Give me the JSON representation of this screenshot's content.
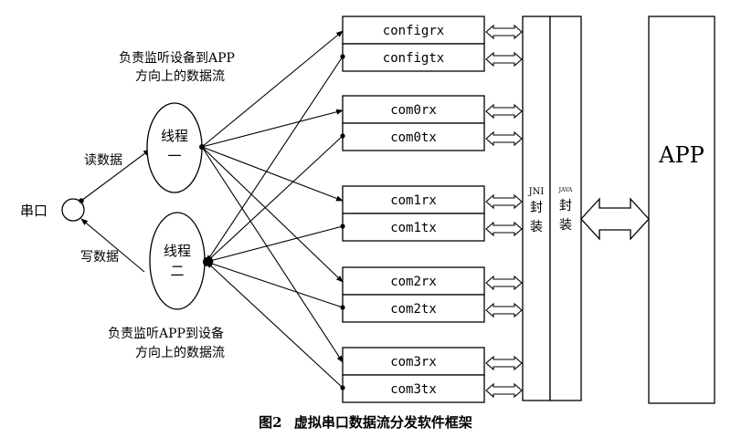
{
  "serial": {
    "label": "串口",
    "read_label": "读数据",
    "write_label": "写数据"
  },
  "threads": [
    {
      "title": "线程",
      "name": "一"
    },
    {
      "title": "线程",
      "name": "二"
    }
  ],
  "notes": {
    "top_line1": "负责监听设备到APP",
    "top_line2": "方向上的数据流",
    "bottom_line1": "负责监听APP到设备",
    "bottom_line2": "方向上的数据流"
  },
  "channels": [
    {
      "rx": "configrx",
      "tx": "configtx"
    },
    {
      "rx": "com0rx",
      "tx": "com0tx"
    },
    {
      "rx": "com1rx",
      "tx": "com1tx"
    },
    {
      "rx": "com2rx",
      "tx": "com2tx"
    },
    {
      "rx": "com3rx",
      "tx": "com3tx"
    }
  ],
  "jni": {
    "label": "JNI",
    "text1": "封",
    "text2": "装"
  },
  "java": {
    "label": "JAVA",
    "text1": "封",
    "text2": "装"
  },
  "app": {
    "label": "APP"
  },
  "caption": {
    "figure": "图2",
    "title": "虚拟串口数据流分发软件框架"
  }
}
